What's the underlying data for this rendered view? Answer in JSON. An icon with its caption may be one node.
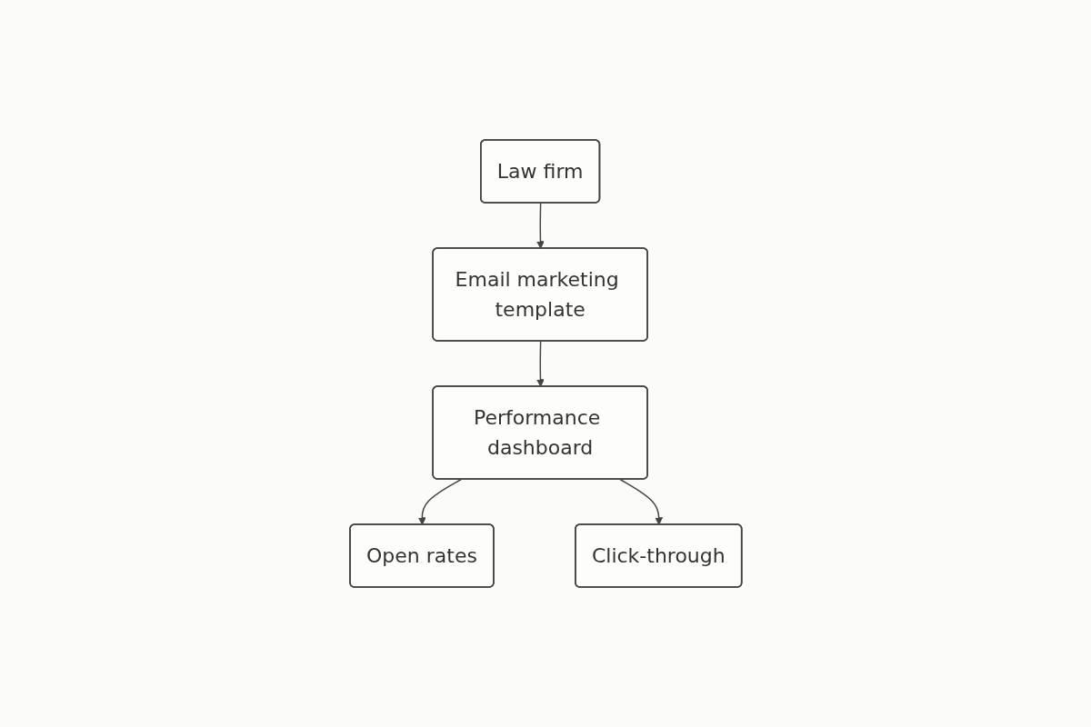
{
  "diagram": {
    "nodes": [
      {
        "text": [
          "Law firm"
        ]
      },
      {
        "text": [
          "Email marketing template"
        ]
      },
      {
        "text": [
          "Performance dashboard"
        ]
      },
      {
        "text": [
          "Open rates"
        ]
      },
      {
        "text": [
          "Click-through"
        ]
      }
    ],
    "edges": [
      {
        "from": 0,
        "to": 1,
        "arrow": "to"
      },
      {
        "from": 1,
        "to": 2,
        "arrow": "to"
      },
      {
        "from": 2,
        "to": 3,
        "arrow": "to"
      },
      {
        "from": 2,
        "to": 4,
        "arrow": "to"
      }
    ]
  }
}
